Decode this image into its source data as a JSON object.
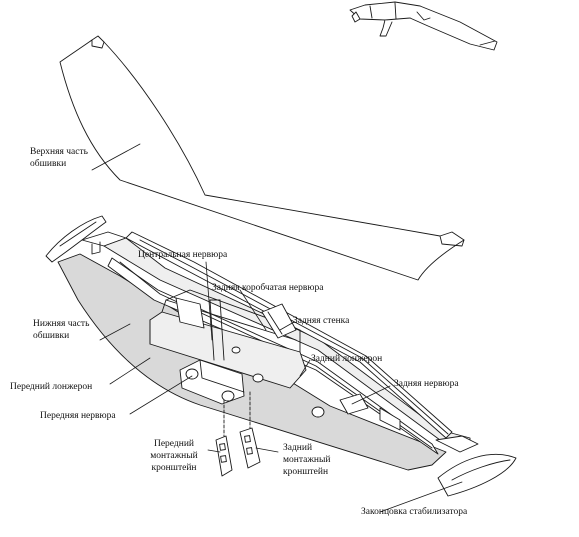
{
  "labels": {
    "upper_skin": [
      "Верхняя часть",
      "обшивки"
    ],
    "center_rib": "Центральная нервюра",
    "rear_box_rib": "Задняя коробчатая нервюра",
    "lower_skin": [
      "Нижняя часть",
      "обшивки"
    ],
    "rear_web": "Задняя стенка",
    "rear_spar": "Задний лонжерон",
    "front_spar": "Передний лонжерон",
    "rear_rib": "Задняя нервюра",
    "front_rib": "Передняя нервюра",
    "front_bracket": [
      "Передний",
      "монтажный",
      "кронштейн"
    ],
    "rear_bracket": [
      "Задний",
      "монтажный",
      "кронштейн"
    ],
    "stabilizer_tip": "Законцовка стабилизатора"
  },
  "colors": {
    "line": "#1a1a1a",
    "skin_fill": "#d9d9d9",
    "structure_fill": "#efefef",
    "background": "#ffffff"
  }
}
